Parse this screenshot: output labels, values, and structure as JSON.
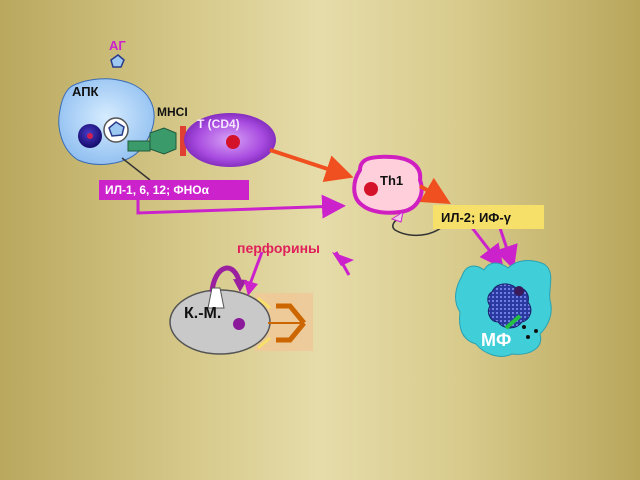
{
  "labels": {
    "ag": "АГ",
    "apc": "АПК",
    "mhc": "MHCI",
    "t_cell": "Т (CD4)",
    "th1": "Th1",
    "perforins": "перфорины",
    "killer": "К.-М.",
    "macrophage": "МФ"
  },
  "boxes": {
    "cytokines_apc": "ИЛ-1, 6, 12; ФНОα",
    "cytokines_th1": "ИЛ-2; ИФ-γ"
  },
  "colors": {
    "magenta": "#cc22cc",
    "orange_arrow": "#f05020",
    "yellow_box": "#f6e06a",
    "apc_body": "#9cc8f2",
    "macrophage_body": "#40cfd8"
  }
}
